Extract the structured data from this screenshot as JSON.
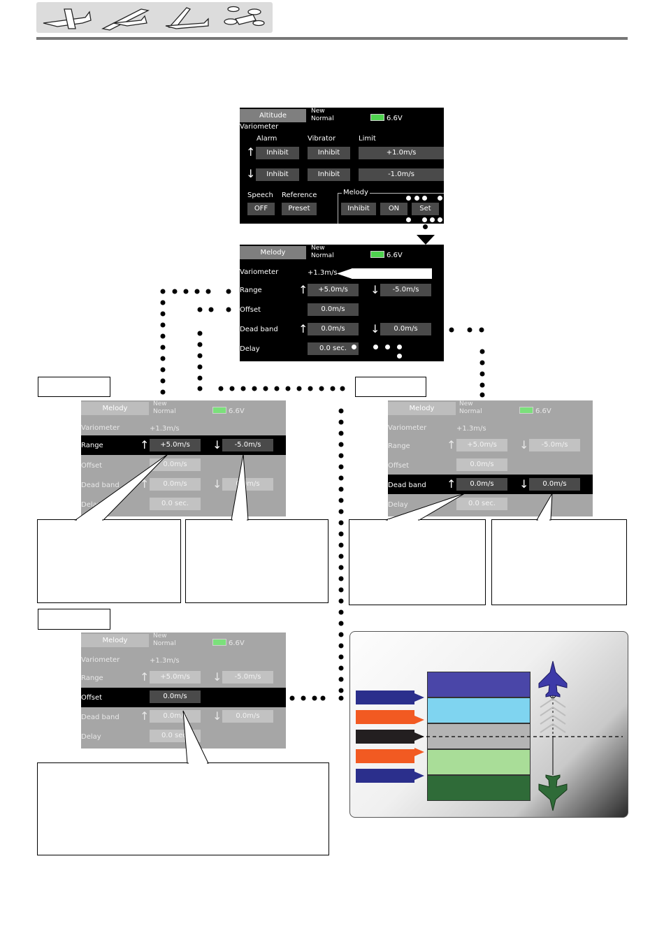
{
  "header": {
    "aircraft_icons": [
      "airplane-icon",
      "glider-icon",
      "sailplane-icon",
      "multicopter-icon"
    ]
  },
  "altitude_screen": {
    "title": "Altitude",
    "condition_line1": "New",
    "condition_line2": "Normal",
    "battery": "6.6V",
    "section": "Variometer",
    "col_alarm": "Alarm",
    "col_vibrator": "Vibrator",
    "col_limit": "Limit",
    "up_alarm": "Inhibit",
    "up_vibrator": "Inhibit",
    "up_limit": "+1.0m/s",
    "down_alarm": "Inhibit",
    "down_vibrator": "Inhibit",
    "down_limit": "-1.0m/s",
    "speech_label": "Speech",
    "speech_value": "OFF",
    "reference_label": "Reference",
    "reference_value": "Preset",
    "melody_label": "Melody",
    "melody_mode": "Inhibit",
    "melody_switch": "ON",
    "melody_set": "Set"
  },
  "melody_screen": {
    "title": "Melody",
    "condition_line1": "New",
    "condition_line2": "Normal",
    "battery": "6.6V",
    "variometer_label": "Variometer",
    "variometer_value": "+1.3m/s",
    "range_label": "Range",
    "range_up": "+5.0m/s",
    "range_down": "-5.0m/s",
    "offset_label": "Offset",
    "offset_value": "0.0m/s",
    "deadband_label": "Dead band",
    "deadband_up": "0.0m/s",
    "deadband_down": "0.0m/s",
    "delay_label": "Delay",
    "delay_value": "0.0 sec."
  },
  "range_screen": {
    "title": "Melody",
    "condition_line1": "New",
    "condition_line2": "Normal",
    "battery": "6.6V",
    "variometer_label": "Variometer",
    "variometer_value": "+1.3m/s",
    "range_label": "Range",
    "range_up": "+5.0m/s",
    "range_down": "-5.0m/s",
    "offset_label": "Offset",
    "offset_value": "0.0m/s",
    "deadband_label": "Dead band",
    "deadband_up": "0.0m/s",
    "deadband_down": "0.0m/s",
    "delay_label": "Delay",
    "delay_value": "0.0 sec."
  },
  "deadband_screen": {
    "title": "Melody",
    "condition_line1": "New",
    "condition_line2": "Normal",
    "battery": "6.6V",
    "variometer_label": "Variometer",
    "variometer_value": "+1.3m/s",
    "range_label": "Range",
    "range_up": "+5.0m/s",
    "range_down": "-5.0m/s",
    "offset_label": "Offset",
    "offset_value": "0.0m/s",
    "deadband_label": "Dead band",
    "deadband_up": "0.0m/s",
    "deadband_down": "0.0m/s",
    "delay_label": "Delay",
    "delay_value": "0.0 sec."
  },
  "offset_screen": {
    "title": "Melody",
    "condition_line1": "New",
    "condition_line2": "Normal",
    "battery": "6.6V",
    "variometer_label": "Variometer",
    "variometer_value": "+1.3m/s",
    "range_label": "Range",
    "range_up": "+5.0m/s",
    "range_down": "-5.0m/s",
    "offset_label": "Offset",
    "offset_value": "0.0m/s",
    "deadband_label": "Dead band",
    "deadband_up": "0.0m/s",
    "deadband_down": "0.0m/s",
    "delay_label": "Delay",
    "delay_value": "0.0 sec."
  },
  "diagram": {
    "band_colors": [
      "#4a46a8",
      "#7fd4f0",
      "#b4b4b4",
      "#a9dd98",
      "#2f6b38"
    ],
    "tag_colors": [
      "#2b2f8c",
      "#f25a22",
      "#231f20",
      "#f25a22",
      "#2b2f8c"
    ],
    "top_aircraft_icon": "jet-climbing-icon",
    "bottom_aircraft_icon": "jet-descending-icon"
  }
}
